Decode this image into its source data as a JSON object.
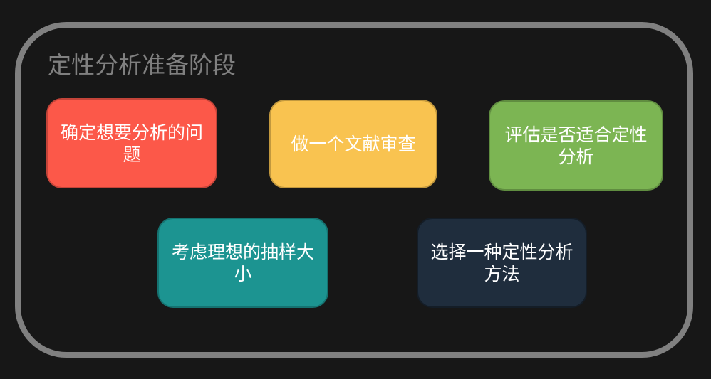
{
  "diagram": {
    "title": "定性分析准备阶段",
    "frame_color": "#808080",
    "background": "#171717",
    "steps": [
      {
        "id": 1,
        "label": "确定想要分析的问题",
        "color": "#FC5849"
      },
      {
        "id": 2,
        "label": "做一个文献审查",
        "color": "#F9C350"
      },
      {
        "id": 3,
        "label": "评估是否适合定性分析",
        "color": "#7CB553"
      },
      {
        "id": 4,
        "label": "考虑理想的抽样大小",
        "color": "#1C9491"
      },
      {
        "id": 5,
        "label": "选择一种定性分析方法",
        "color": "#1F2D3D"
      }
    ]
  }
}
